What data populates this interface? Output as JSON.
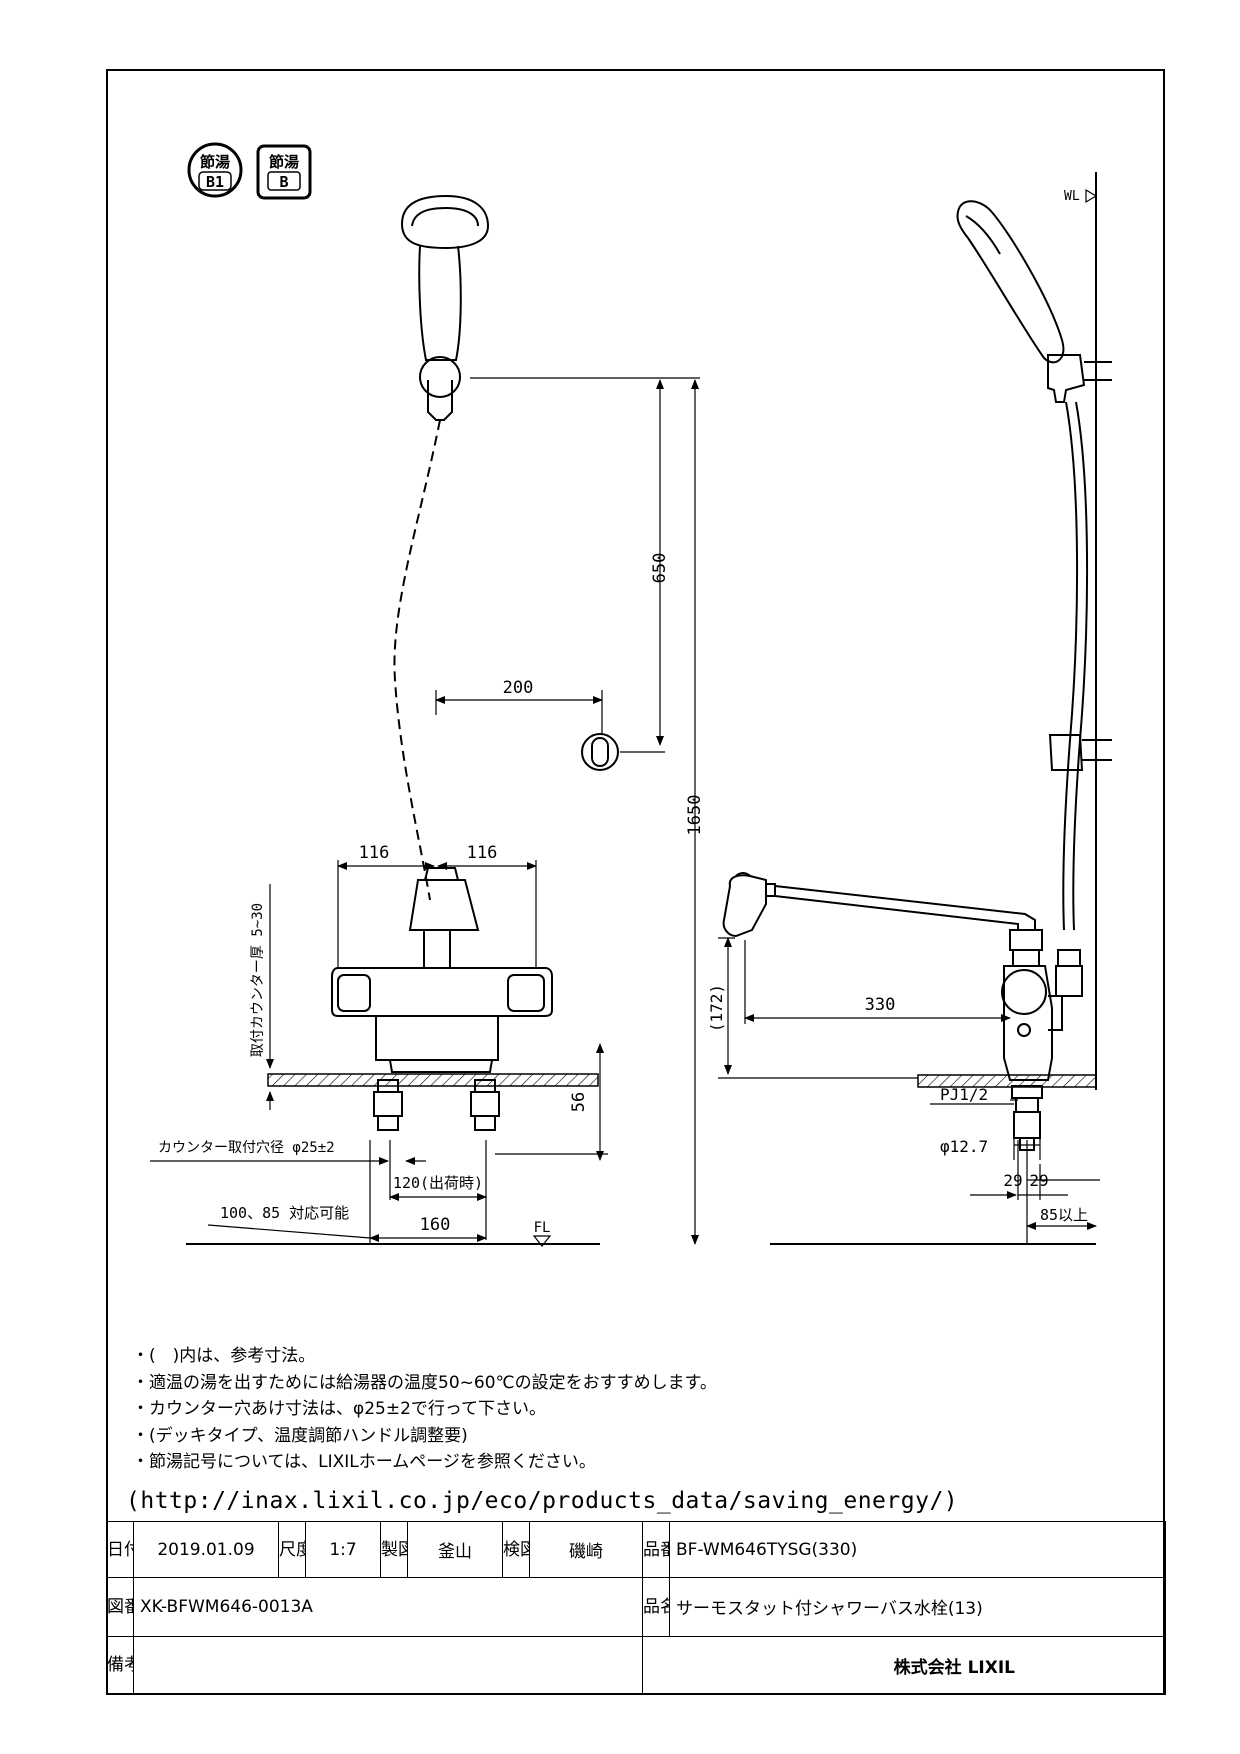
{
  "badges": {
    "b1_top": "節湯",
    "b1_bottom": "B1",
    "b_top": "節湯",
    "b_bottom": "B"
  },
  "dims": {
    "d650": "650",
    "d200": "200",
    "d1650": "1650",
    "d116_left": "116",
    "d116_right": "116",
    "counter_thickness": "取付カウンター厚 5~30",
    "d56": "56",
    "hole_dia": "カウンター取付穴径 φ25±2",
    "d120": "120(出荷時)",
    "d100_85": "100、85 対応可能",
    "d160": "160",
    "fl": "FL",
    "d172": "(172)",
    "d330": "330",
    "pj": "PJ1/2",
    "d12_7": "φ12.7",
    "d29a": "29",
    "d29b": "29",
    "d85": "85以上",
    "wl": "WL"
  },
  "notes": [
    "・(　)内は、参考寸法。",
    "・適温の湯を出すためには給湯器の温度50~60℃の設定をおすすめします。",
    "・カウンター穴あけ寸法は、φ25±2で行って下さい。",
    "・(デッキタイプ、温度調節ハンドル調整要)",
    "・節湯記号については、LIXILホームページを参照ください。"
  ],
  "url": "(http://inax.lixil.co.jp/eco/products_data/saving_energy/)",
  "title_block": {
    "date_label": "日付",
    "date": "2019.01.09",
    "scale_label": "尺度",
    "scale": "1:7",
    "drawn_label": "製図",
    "drawn_by": "釜山",
    "checked_label": "検図",
    "checked_by": "磯崎",
    "part_no_label": "品番",
    "part_no": "BF-WM646TYSG(330)",
    "drawing_no_label": "図番",
    "drawing_no": "XK-BFWM646-0013A",
    "product_name_label": "品名",
    "product_name": "サーモスタット付シャワーバス水栓(13)",
    "remarks_label": "備考",
    "company": "株式会社 LIXIL"
  }
}
